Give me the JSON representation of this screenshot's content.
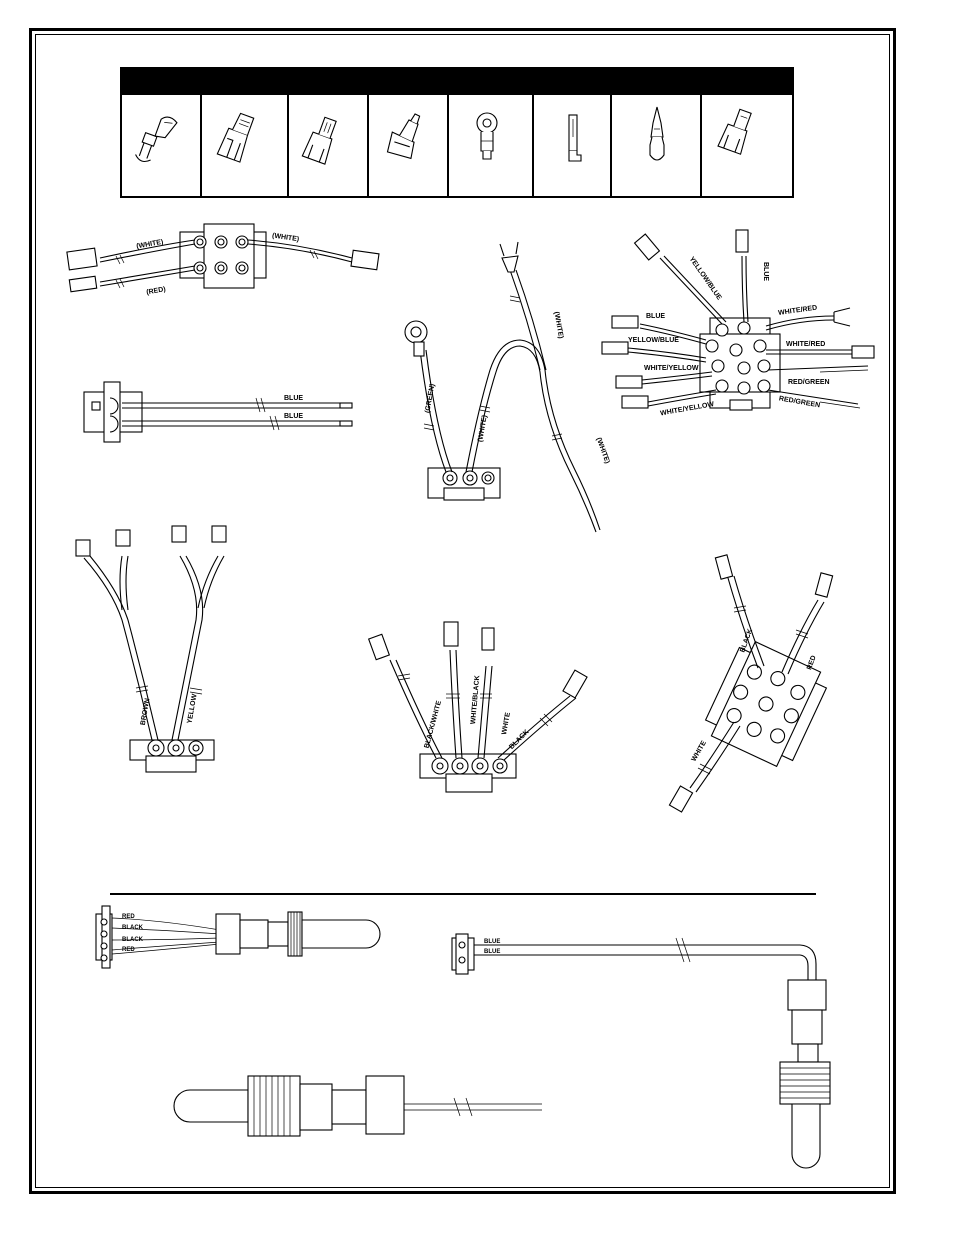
{
  "terminals": [
    {
      "id": "spade-fork",
      "icon": "spade-fork-terminal-icon"
    },
    {
      "id": "insulated-female-quick-disconnect",
      "icon": "female-quick-disconnect-icon"
    },
    {
      "id": "female-quick-disconnect",
      "icon": "female-disconnect-icon"
    },
    {
      "id": "insulated-butt-connector",
      "icon": "butt-connector-icon"
    },
    {
      "id": "ring-terminal",
      "icon": "ring-terminal-icon"
    },
    {
      "id": "pin-terminal",
      "icon": "pin-terminal-icon"
    },
    {
      "id": "bullet-terminal",
      "icon": "bullet-terminal-icon"
    },
    {
      "id": "female-flag-disconnect",
      "icon": "flag-disconnect-icon"
    }
  ],
  "harnesses": {
    "h1": {
      "wires": [
        "(WHITE)",
        "(WHITE)",
        "(RED)"
      ]
    },
    "h2": {
      "wires": [
        "BLUE",
        "BLUE"
      ]
    },
    "h3": {
      "wires": [
        "(GREEN)",
        "(WHITE)",
        "(WHITE)",
        "(WHITE)"
      ]
    },
    "h4": {
      "wires": [
        "YELLOW/BLUE",
        "BLUE",
        "BLUE",
        "WHITE/RED",
        "YELLOW/BLUE",
        "WHITE/RED",
        "WHITE/YELLOW",
        "RED/GREEN",
        "WHITE/YELLOW",
        "RED/GREEN"
      ]
    },
    "h5": {
      "wires": [
        "BROWN",
        "YELLOW"
      ]
    },
    "h6": {
      "wires": [
        "BLACK/WHITE",
        "WHITE/BLACK",
        "WHITE",
        "BLACK"
      ]
    },
    "h7": {
      "wires": [
        "BLACK",
        "RED",
        "WHITE"
      ]
    }
  },
  "sensors": {
    "s1": {
      "wires": [
        "RED",
        "BLACK",
        "BLACK",
        "RED"
      ]
    },
    "s2": {
      "wires": [
        "BLUE",
        "BLUE"
      ]
    }
  }
}
